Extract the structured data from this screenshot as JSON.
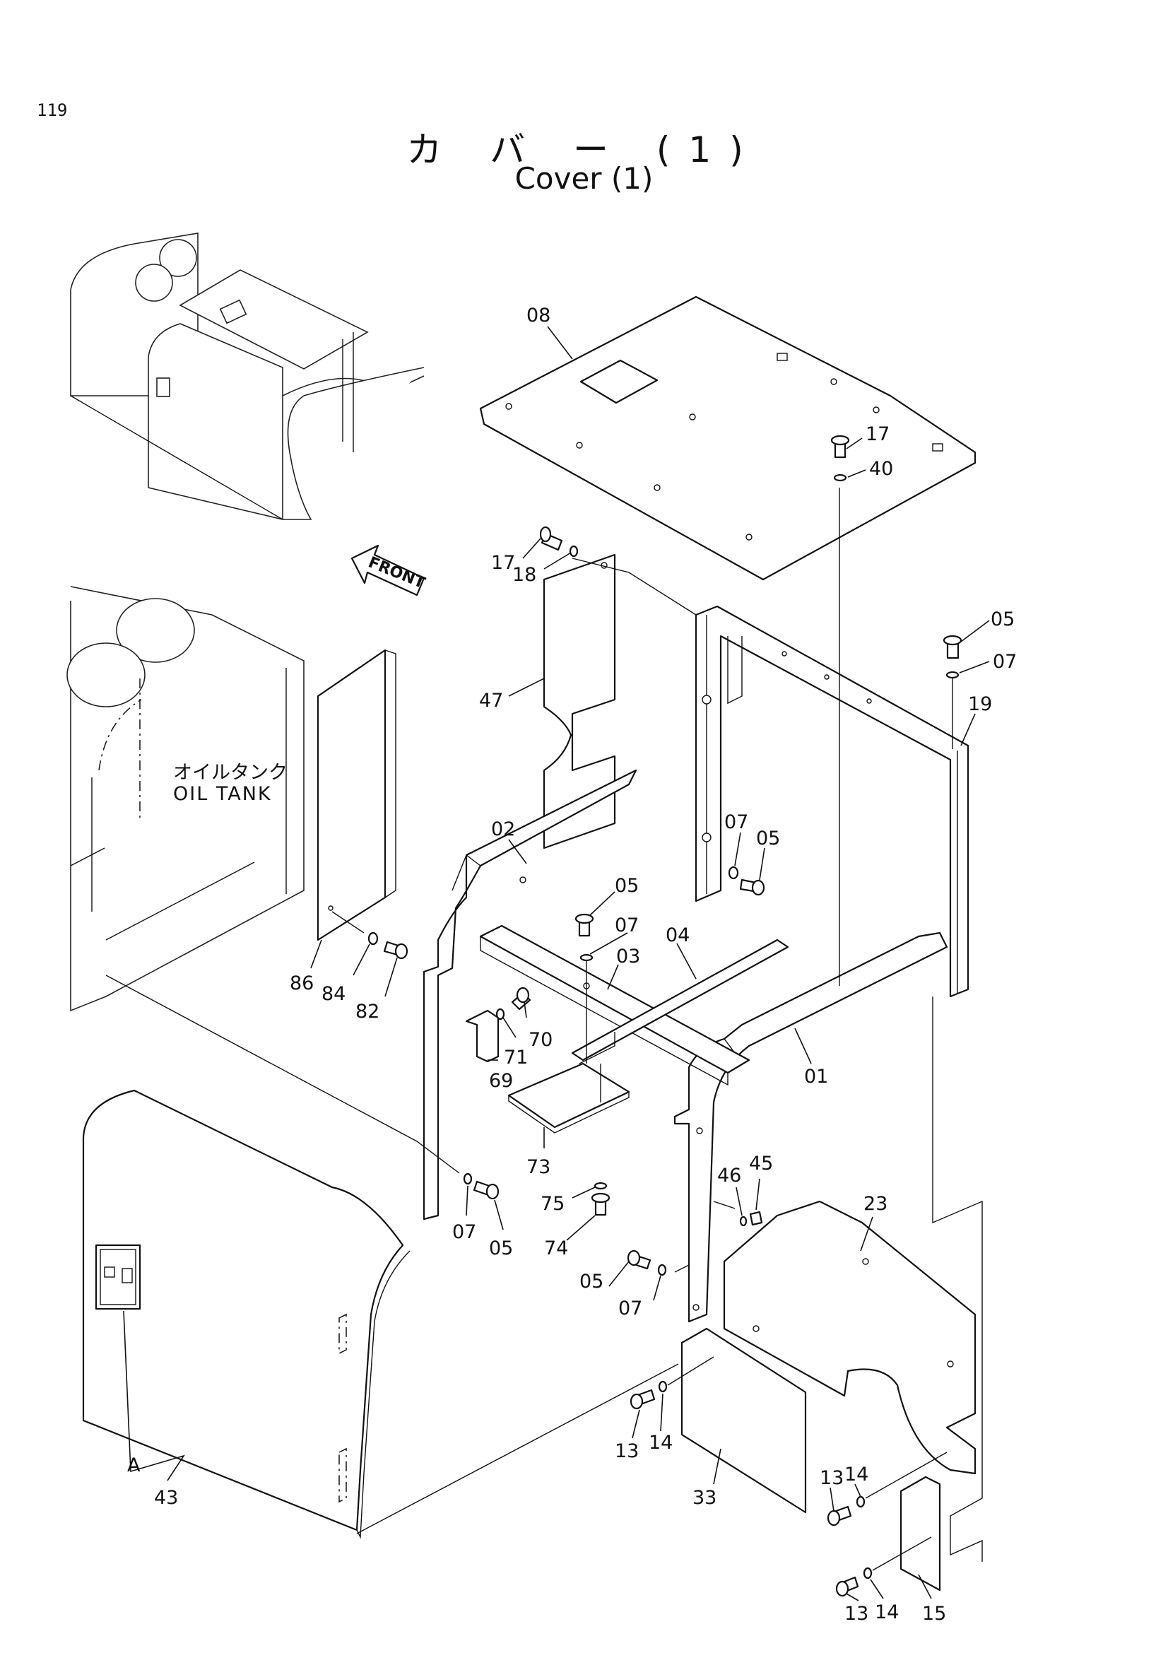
{
  "page": {
    "number": "119"
  },
  "title": {
    "japanese": "カ バ ー (1)",
    "english": "Cover (1)"
  },
  "annotations": {
    "front_arrow": "FRONT",
    "oil_tank_jp": "オイルタンク",
    "oil_tank_en": "OIL TANK",
    "detail_mark": "A"
  },
  "part_labels": [
    "08",
    "17",
    "40",
    "17",
    "18",
    "47",
    "05",
    "07",
    "19",
    "02",
    "07",
    "05",
    "05",
    "07",
    "04",
    "03",
    "01",
    "86",
    "84",
    "82",
    "70",
    "71",
    "69",
    "73",
    "75",
    "74",
    "07",
    "05",
    "46",
    "45",
    "23",
    "05",
    "07",
    "13",
    "14",
    "33",
    "43",
    "A",
    "14",
    "13",
    "15",
    "13",
    "14"
  ]
}
